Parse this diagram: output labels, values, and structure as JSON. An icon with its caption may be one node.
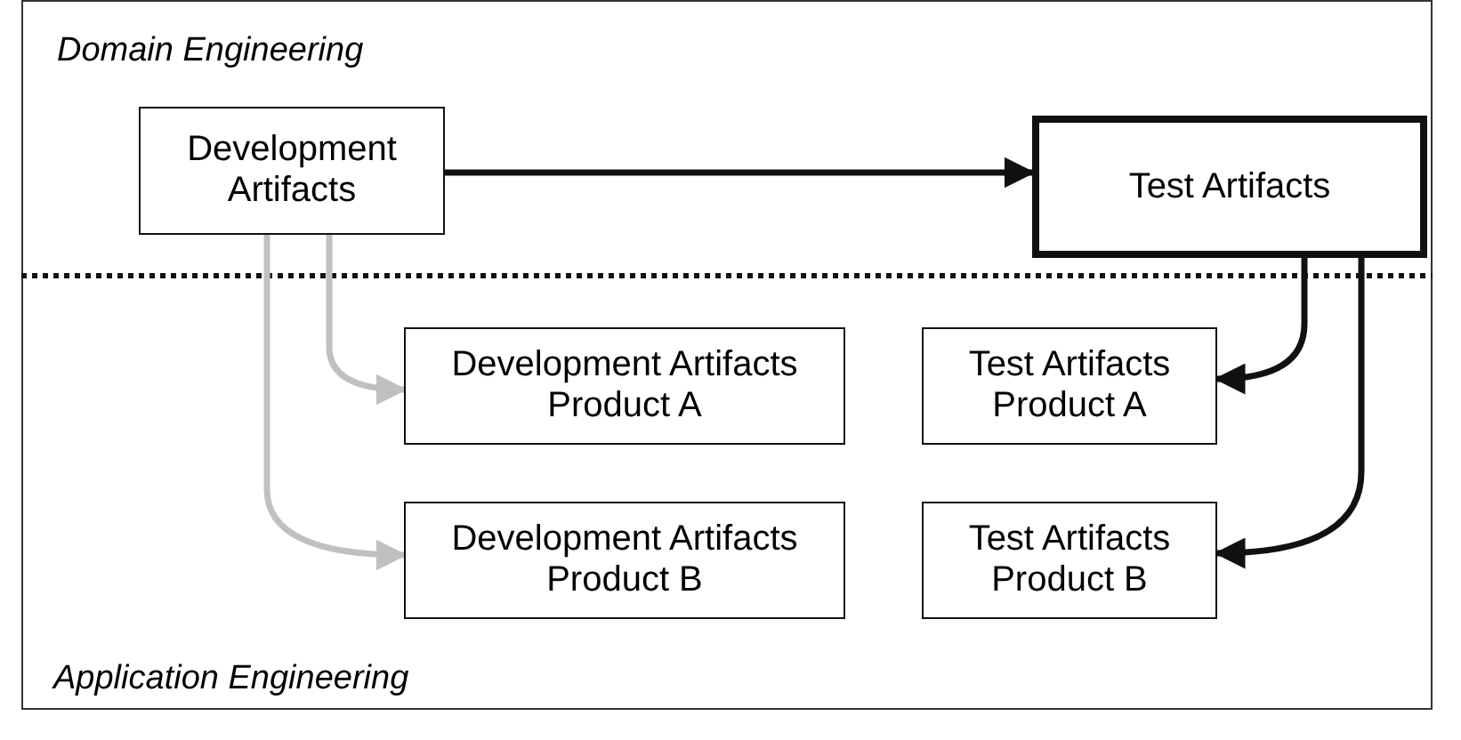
{
  "diagram": {
    "nodes": [
      {
        "text": [
          "Development Artifacts"
        ]
      },
      {
        "text": [
          "Test Artifacts"
        ]
      },
      {
        "text": [
          "Development Artifacts Product A"
        ]
      },
      {
        "text": [
          "Test Artifacts Product A"
        ]
      },
      {
        "text": [
          "Development Artifacts Product B"
        ]
      },
      {
        "text": [
          "Test Artifacts Product B"
        ]
      }
    ],
    "edges": [
      {
        "from": 0,
        "to": 1,
        "arrow": "to"
      },
      {
        "from": 0,
        "to": 2,
        "arrow": "to",
        "color": "#c0c0c0"
      },
      {
        "from": 0,
        "to": 4,
        "arrow": "to",
        "color": "#c0c0c0"
      },
      {
        "from": 1,
        "to": 3,
        "arrow": "to"
      },
      {
        "from": 1,
        "to": 5,
        "arrow": "to"
      }
    ],
    "labels": [
      "Domain Engineering",
      "Application Engineering"
    ]
  }
}
